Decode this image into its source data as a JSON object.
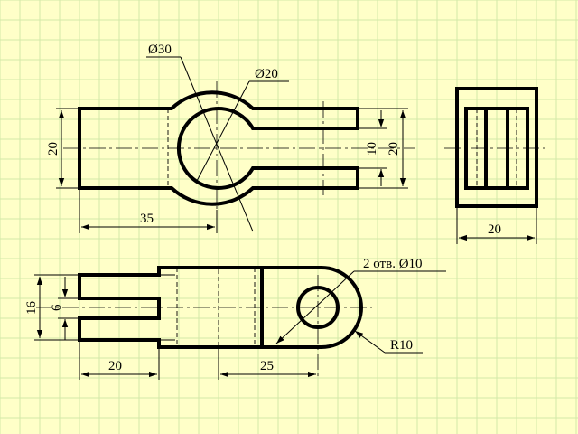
{
  "colors": {
    "paper": "#ffffc8",
    "grid": "#d3e9a8",
    "ink": "#000000"
  },
  "front_view": {
    "dim_diameter_outer": "Ø30",
    "dim_diameter_inner": "Ø20",
    "dim_height_left": "20",
    "dim_slot_width": "10",
    "dim_height_right": "20",
    "dim_length": "35"
  },
  "side_view": {
    "dim_width": "20"
  },
  "bottom_view": {
    "dim_height": "16",
    "dim_slot": "6",
    "dim_left_length": "20",
    "dim_hole_offset": "25",
    "note_holes": "2 отв. Ø10",
    "dim_radius": "R10"
  }
}
